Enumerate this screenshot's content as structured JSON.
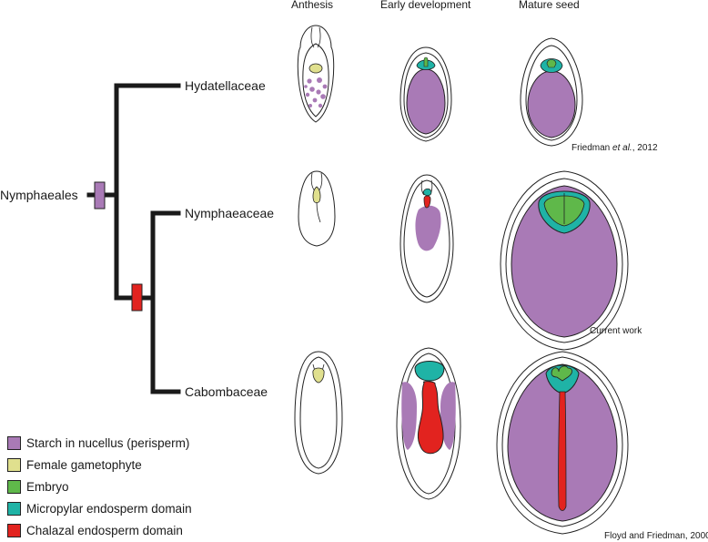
{
  "columns": {
    "anthesis": "Anthesis",
    "early": "Early development",
    "mature": "Mature seed"
  },
  "tree": {
    "root": "Nymphaeales",
    "taxa": [
      "Hydatellaceae",
      "Nymphaeaceae",
      "Cabombaceae"
    ]
  },
  "citations": {
    "row1_pre": "Friedman ",
    "row1_italic": "et al.",
    "row1_post": ", 2012",
    "row2": "Current work",
    "row3": "Floyd and Friedman, 2000"
  },
  "legend": [
    {
      "label": "Starch in nucellus (perisperm)",
      "color": "#a97ab6"
    },
    {
      "label": "Female gametophyte",
      "color": "#e0e08e"
    },
    {
      "label": "Embryo",
      "color": "#5fb84a"
    },
    {
      "label": "Micropylar endosperm domain",
      "color": "#1fb3a6"
    },
    {
      "label": "Chalazal endosperm domain",
      "color": "#e2231f"
    }
  ],
  "colors": {
    "perisperm": "#a97ab6",
    "gametophyte": "#e0e08e",
    "embryo": "#5fb84a",
    "micropylar": "#1fb3a6",
    "chalazal": "#e2231f",
    "tree": "#1a1a1a"
  }
}
